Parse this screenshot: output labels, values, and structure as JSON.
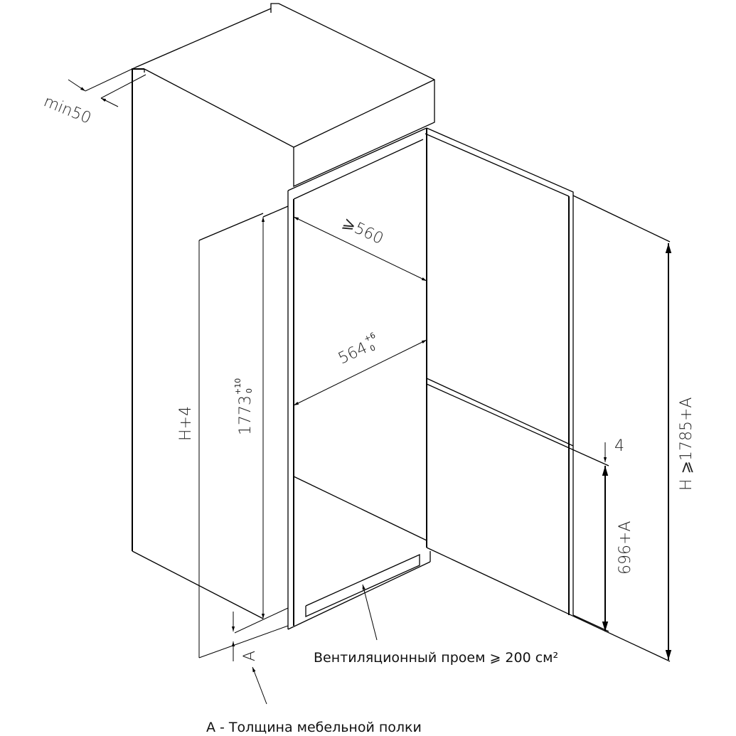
{
  "dimensions": {
    "min_gap": "min50",
    "niche_width": "⩾560",
    "inner_width": "564",
    "inner_width_tol_upper": "+6",
    "inner_width_tol_lower": "0",
    "appliance_height": "1773",
    "appliance_height_tol_upper": "+10",
    "appliance_height_tol_lower": "0",
    "panel_height": "H+4",
    "door_gap": "4",
    "lower_door": "696+A",
    "niche_height": "H ⩾1785+A",
    "shelf_label": "A"
  },
  "captions": {
    "ventilation": "Вентиляционный проем ⩾ 200 см²",
    "shelf_note": "A - Толщина мебельной полки"
  }
}
